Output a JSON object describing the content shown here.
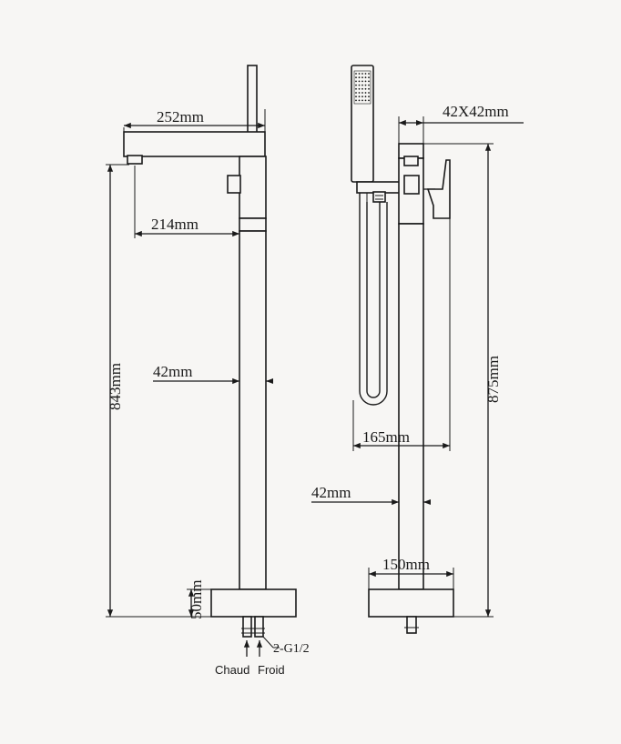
{
  "dimensions": {
    "spout_length": "252mm",
    "spout_reach": "214mm",
    "pipe_diameter_left": "42mm",
    "height_left": "843mm",
    "base_height": "50mm",
    "thread": "2-G1/2",
    "body_section": "42X42mm",
    "hand_shower_offset": "165mm",
    "height_right": "875mm",
    "pipe_diameter_right": "42mm",
    "base_diameter": "150mm"
  },
  "labels": {
    "hot": "Chaud",
    "cold": "Froid"
  }
}
